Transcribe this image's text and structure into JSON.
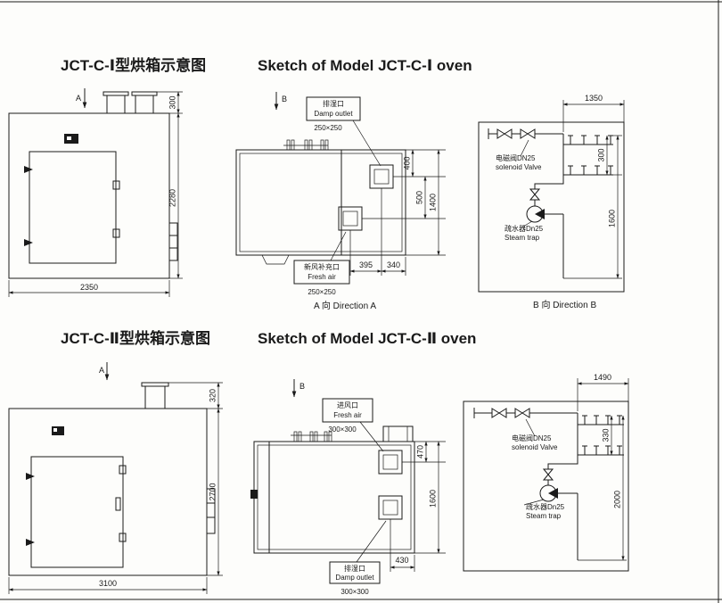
{
  "s1": {
    "title_cn": "JCT-C-Ⅰ型烘箱示意图",
    "title_en": "Sketch of Model JCT-C-Ⅰ oven",
    "front": {
      "view_arrow": "A",
      "dim_top": "300",
      "dim_height": "2280",
      "dim_width": "2350"
    },
    "plan": {
      "view_arrow": "B",
      "damp_cn": "排湿口",
      "damp_en": "Damp outlet",
      "damp_size": "250×250",
      "fresh_cn": "新风补充口",
      "fresh_en": "Fresh air",
      "fresh_size": "250×250",
      "dim_a": "400",
      "dim_b": "500",
      "dim_c": "1400",
      "dim_d": "395",
      "dim_e": "340",
      "caption": "A 向 Direction A"
    },
    "pipe": {
      "dim_top": "1350",
      "dim_a": "300",
      "dim_b": "1600",
      "valve_cn": "电磁阀DN25",
      "valve_en": "solenoid Valve",
      "trap_cn": "疏水器Dn25",
      "trap_en": "Steam trap",
      "caption": "B 向 Direction B"
    }
  },
  "s2": {
    "title_cn": "JCT-C-Ⅱ型烘箱示意图",
    "title_en": "Sketch of Model JCT-C-Ⅱ oven",
    "front": {
      "view_arrow": "A",
      "dim_top": "320",
      "dim_height": "2700",
      "dim_width": "3100"
    },
    "plan": {
      "view_arrow": "B",
      "fresh_cn": "进风口",
      "fresh_en": "Fresh air",
      "fresh_size": "300×300",
      "damp_cn": "排湿口",
      "damp_en": "Damp outlet",
      "damp_size": "300×300",
      "dim_a": "470",
      "dim_b": "1600",
      "dim_c": "430"
    },
    "pipe": {
      "dim_top": "1490",
      "dim_a": "330",
      "dim_b": "2000",
      "valve_cn": "电磁阀DN25",
      "valve_en": "solenoid Valve",
      "trap_cn": "疏水器Dn25",
      "trap_en": "Steam trap"
    }
  }
}
